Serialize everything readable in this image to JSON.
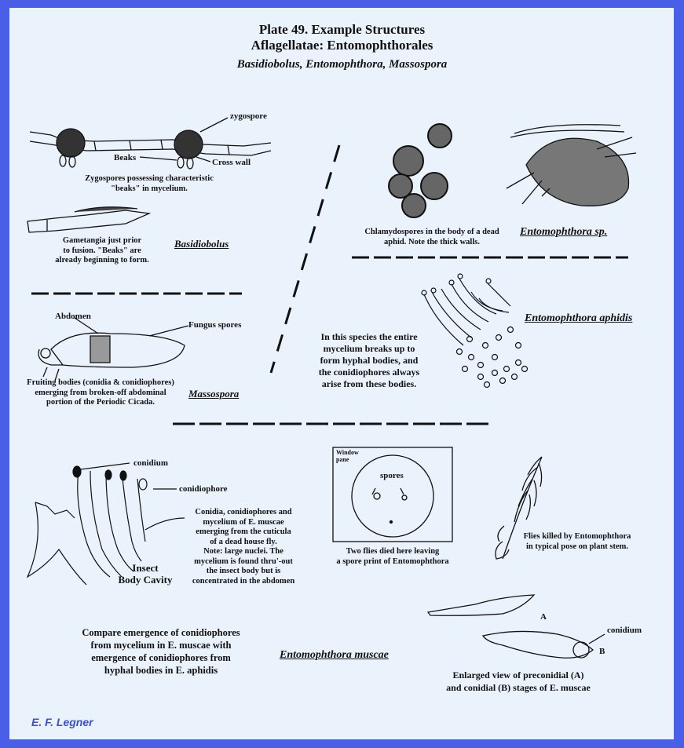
{
  "title": {
    "line1": "Plate 49.  Example Structures",
    "line2": "Aflagellatae:  Entomophthorales",
    "line3": "Basidiobolus, Entomophthora, Massospora"
  },
  "basidiobolus": {
    "zygospore_label": "zygospore",
    "beaks_label": "Beaks",
    "cross_wall_label": "Cross wall",
    "caption": [
      "Zygospores possessing characteristic",
      "\"beaks\" in mycelium."
    ],
    "gametangia_caption": [
      "Gametangia just prior",
      "to fusion.  \"Beaks\" are",
      "already beginning to form."
    ],
    "name": "Basidiobolus"
  },
  "entomophthora_sp": {
    "caption": [
      "Chlamydospores in the body of a dead",
      "aphid.  Note the thick walls."
    ],
    "name": "Entomophthora sp."
  },
  "massospora": {
    "abdomen_label": "Abdomen",
    "fungus_spores_label": "Fungus spores",
    "caption": [
      "Fruiting bodies (conidia & conidiophores)",
      "emerging from broken-off abdominal",
      "portion of the Periodic Cicada."
    ],
    "name": "Massospora"
  },
  "aphidis": {
    "text": [
      "In this species the entire",
      "mycelium breaks up to",
      "form hyphal bodies, and",
      "the conidiophores always",
      "arise from these bodies."
    ],
    "name": "Entomophthora aphidis"
  },
  "muscae": {
    "conidium_label": "conidium",
    "conidiophore_label": "conidiophore",
    "insect_label": [
      "Insect",
      "Body Cavity"
    ],
    "caption": [
      "Conidia, conidiophores and",
      "mycelium of E. muscae",
      "emerging from the cuticula",
      "of a dead house fly.",
      "Note:  large nuclei.  The",
      "mycelium is found thru'-out",
      "the insect body but is",
      "concentrated in the abdomen"
    ],
    "window_label": [
      "Window",
      "pane"
    ],
    "spores_label": "spores",
    "window_caption": [
      "Two flies died here leaving",
      "a spore print of Entomophthora"
    ],
    "plant_caption": [
      "Flies killed by Entomophthora",
      "in typical pose on plant stem."
    ],
    "compare_text": [
      "Compare emergence of conidiophores",
      "from mycelium in E. muscae with",
      "emergence of conidiophores from",
      "hyphal bodies in E. aphidis"
    ],
    "name": "Entomophthora muscae",
    "a_label": "A",
    "b_label": "B",
    "conidium2_label": "conidium",
    "enlarged_caption": [
      "Enlarged view of preconidial (A)",
      "and conidial (B) stages of E. muscae"
    ]
  },
  "author": "E. F. Legner"
}
